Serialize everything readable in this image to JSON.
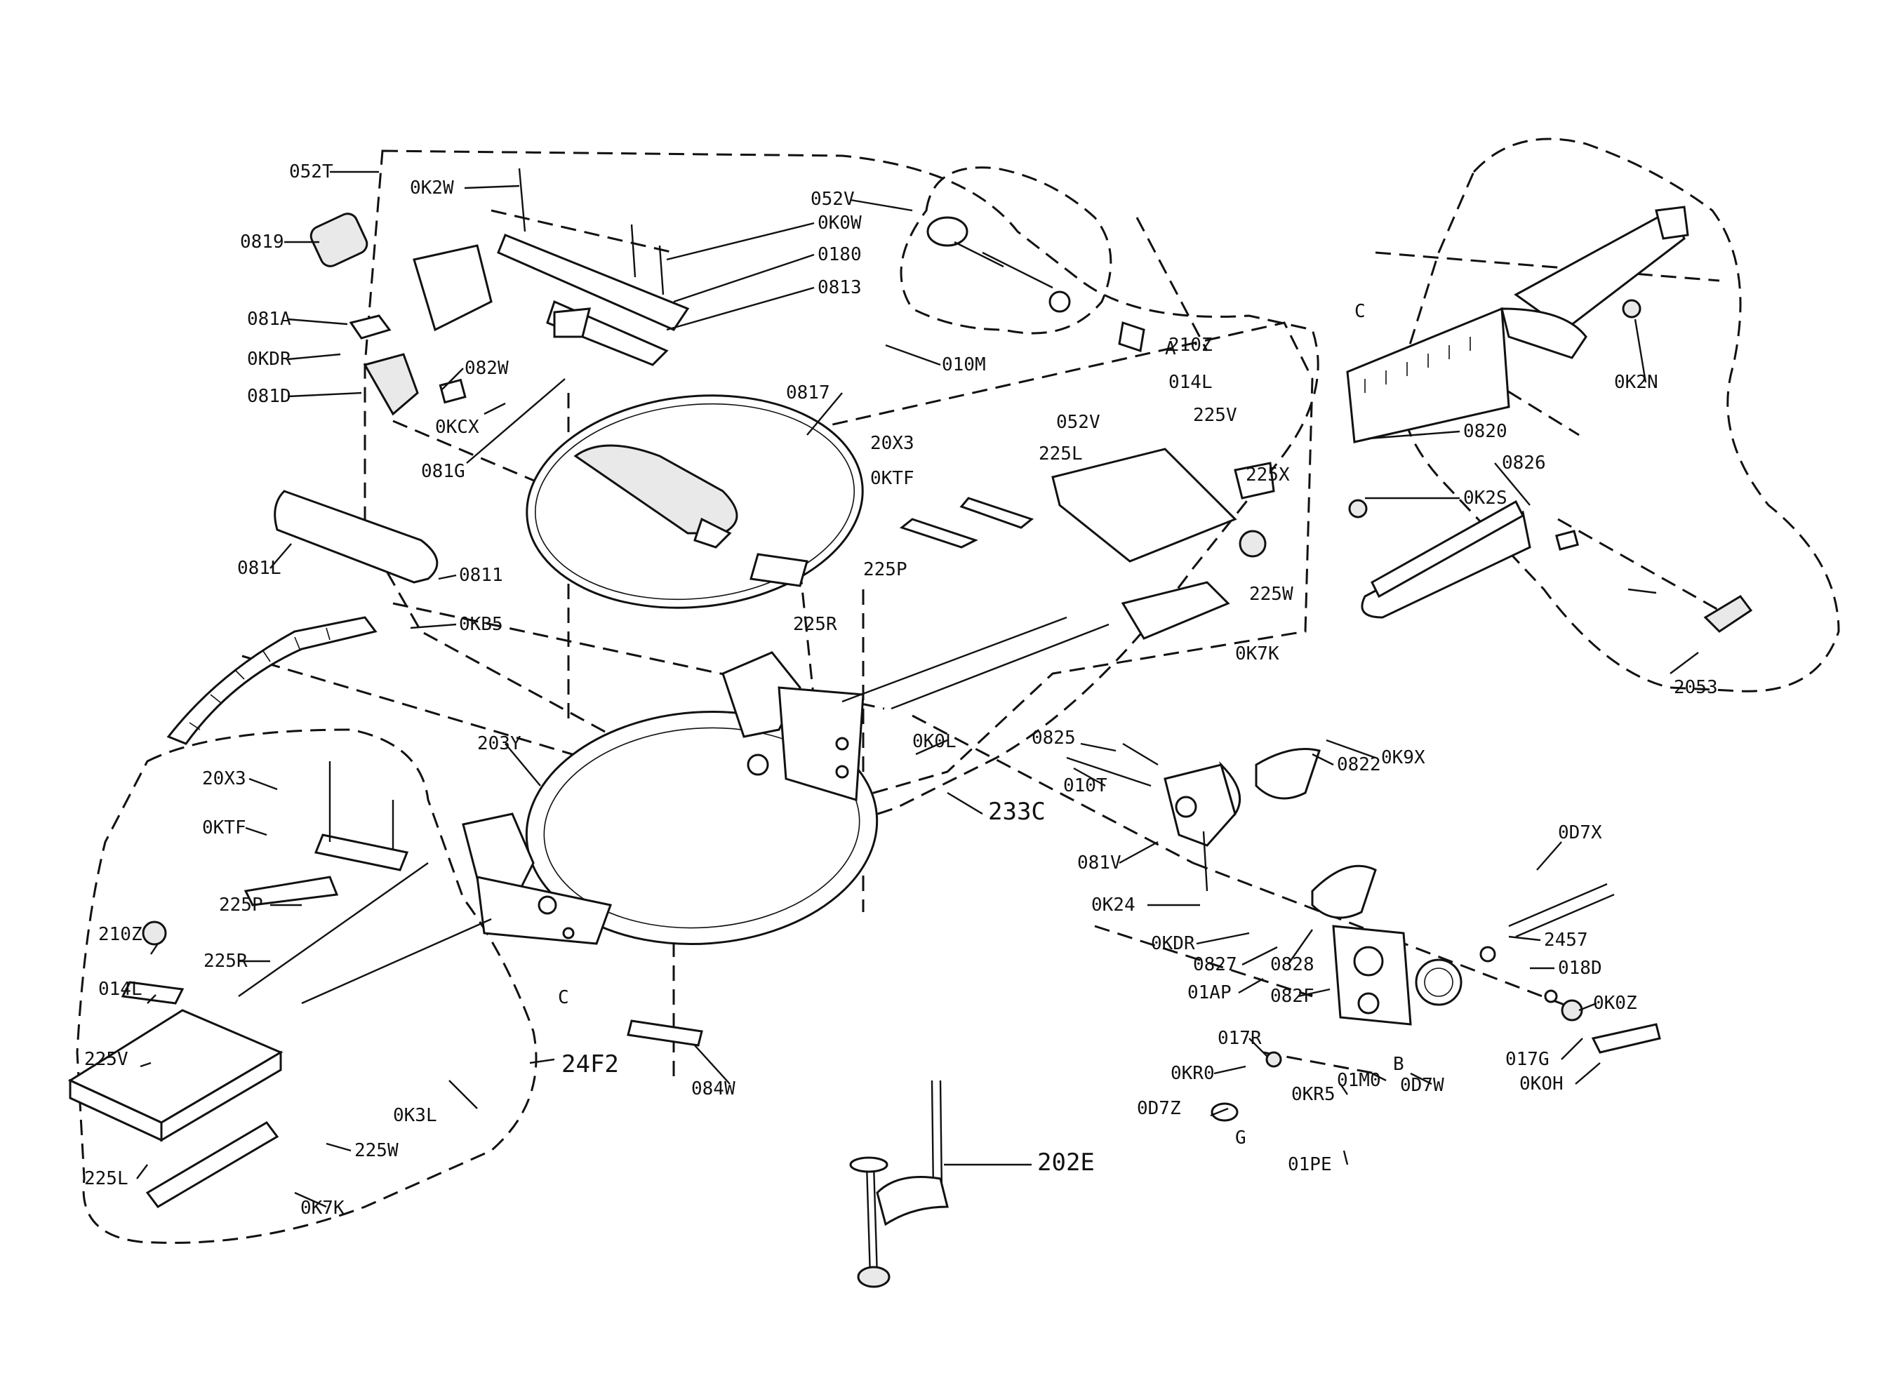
{
  "diagram": {
    "labels": [
      {
        "id": "052T",
        "text": "052T"
      },
      {
        "id": "0K2W",
        "text": "0K2W"
      },
      {
        "id": "052V",
        "text": "052V"
      },
      {
        "id": "0819",
        "text": "0819"
      },
      {
        "id": "0K0W",
        "text": "0K0W"
      },
      {
        "id": "0180",
        "text": "0180"
      },
      {
        "id": "0813",
        "text": "0813"
      },
      {
        "id": "081A",
        "text": "081A"
      },
      {
        "id": "0KDR",
        "text": "0KDR"
      },
      {
        "id": "081D",
        "text": "081D"
      },
      {
        "id": "082W",
        "text": "082W"
      },
      {
        "id": "0KCX",
        "text": "0KCX"
      },
      {
        "id": "081G",
        "text": "081G"
      },
      {
        "id": "010M",
        "text": "010M"
      },
      {
        "id": "0817",
        "text": "0817"
      },
      {
        "id": "081L",
        "text": "081L"
      },
      {
        "id": "0811",
        "text": "0811"
      },
      {
        "id": "0KB5",
        "text": "0KB5"
      },
      {
        "id": "203Y",
        "text": "203Y"
      },
      {
        "id": "20X3a",
        "text": "20X3"
      },
      {
        "id": "0KTF",
        "text": "0KTF"
      },
      {
        "id": "225P",
        "text": "225P"
      },
      {
        "id": "210Z",
        "text": "210Z"
      },
      {
        "id": "225R",
        "text": "225R"
      },
      {
        "id": "014L",
        "text": "014L"
      },
      {
        "id": "225V",
        "text": "225V"
      },
      {
        "id": "0K3L",
        "text": "0K3L"
      },
      {
        "id": "24F2",
        "text": "24F2"
      },
      {
        "id": "225L",
        "text": "225L"
      },
      {
        "id": "225W",
        "text": "225W"
      },
      {
        "id": "0K7K",
        "text": "0K7K"
      },
      {
        "id": "084W",
        "text": "084W"
      },
      {
        "id": "202E",
        "text": "202E"
      },
      {
        "id": "233C",
        "text": "233C"
      },
      {
        "id": "0K0L",
        "text": "0K0L"
      },
      {
        "id": "0825",
        "text": "0825"
      },
      {
        "id": "010T",
        "text": "010T"
      },
      {
        "id": "081V",
        "text": "081V"
      },
      {
        "id": "0822",
        "text": "0822"
      },
      {
        "id": "0K9X",
        "text": "0K9X"
      },
      {
        "id": "0K24",
        "text": "0K24"
      },
      {
        "id": "0KDR2",
        "text": "0KDR"
      },
      {
        "id": "0827",
        "text": "0827"
      },
      {
        "id": "01AP",
        "text": "01AP"
      },
      {
        "id": "0828",
        "text": "0828"
      },
      {
        "id": "082F",
        "text": "082F"
      },
      {
        "id": "017R",
        "text": "017R"
      },
      {
        "id": "0KR0",
        "text": "0KR0"
      },
      {
        "id": "0D7Z",
        "text": "0D7Z"
      },
      {
        "id": "0KR5",
        "text": "0KR5"
      },
      {
        "id": "01M0",
        "text": "01M0"
      },
      {
        "id": "0D7W",
        "text": "0D7W"
      },
      {
        "id": "01PE",
        "text": "01PE"
      },
      {
        "id": "0D7X",
        "text": "0D7X"
      },
      {
        "id": "2457",
        "text": "2457"
      },
      {
        "id": "018D",
        "text": "018D"
      },
      {
        "id": "0K0Z",
        "text": "0K0Z"
      },
      {
        "id": "017G",
        "text": "017G"
      },
      {
        "id": "0KOH",
        "text": "0KOH"
      },
      {
        "id": "0820",
        "text": "0820"
      },
      {
        "id": "0826",
        "text": "0826"
      },
      {
        "id": "0K2S",
        "text": "0K2S"
      },
      {
        "id": "0K2N",
        "text": "0K2N"
      },
      {
        "id": "2053",
        "text": "2053"
      },
      {
        "id": "210Z2",
        "text": "210Z"
      },
      {
        "id": "014L2",
        "text": "014L"
      },
      {
        "id": "225V2",
        "text": "225V"
      },
      {
        "id": "225L2",
        "text": "225L"
      },
      {
        "id": "225X",
        "text": "225X"
      },
      {
        "id": "225W2",
        "text": "225W"
      },
      {
        "id": "0K7K2",
        "text": "0K7K"
      },
      {
        "id": "225R2",
        "text": "225R"
      },
      {
        "id": "20X3b",
        "text": "20X3"
      },
      {
        "id": "0KTF2",
        "text": "0KTF"
      },
      {
        "id": "225P2",
        "text": "225P"
      },
      {
        "id": "052V2",
        "text": "052V"
      },
      {
        "id": "C1",
        "text": "C"
      },
      {
        "id": "C2",
        "text": "C"
      },
      {
        "id": "A1",
        "text": "A"
      },
      {
        "id": "B1",
        "text": "B"
      },
      {
        "id": "G1",
        "text": "G"
      }
    ]
  }
}
